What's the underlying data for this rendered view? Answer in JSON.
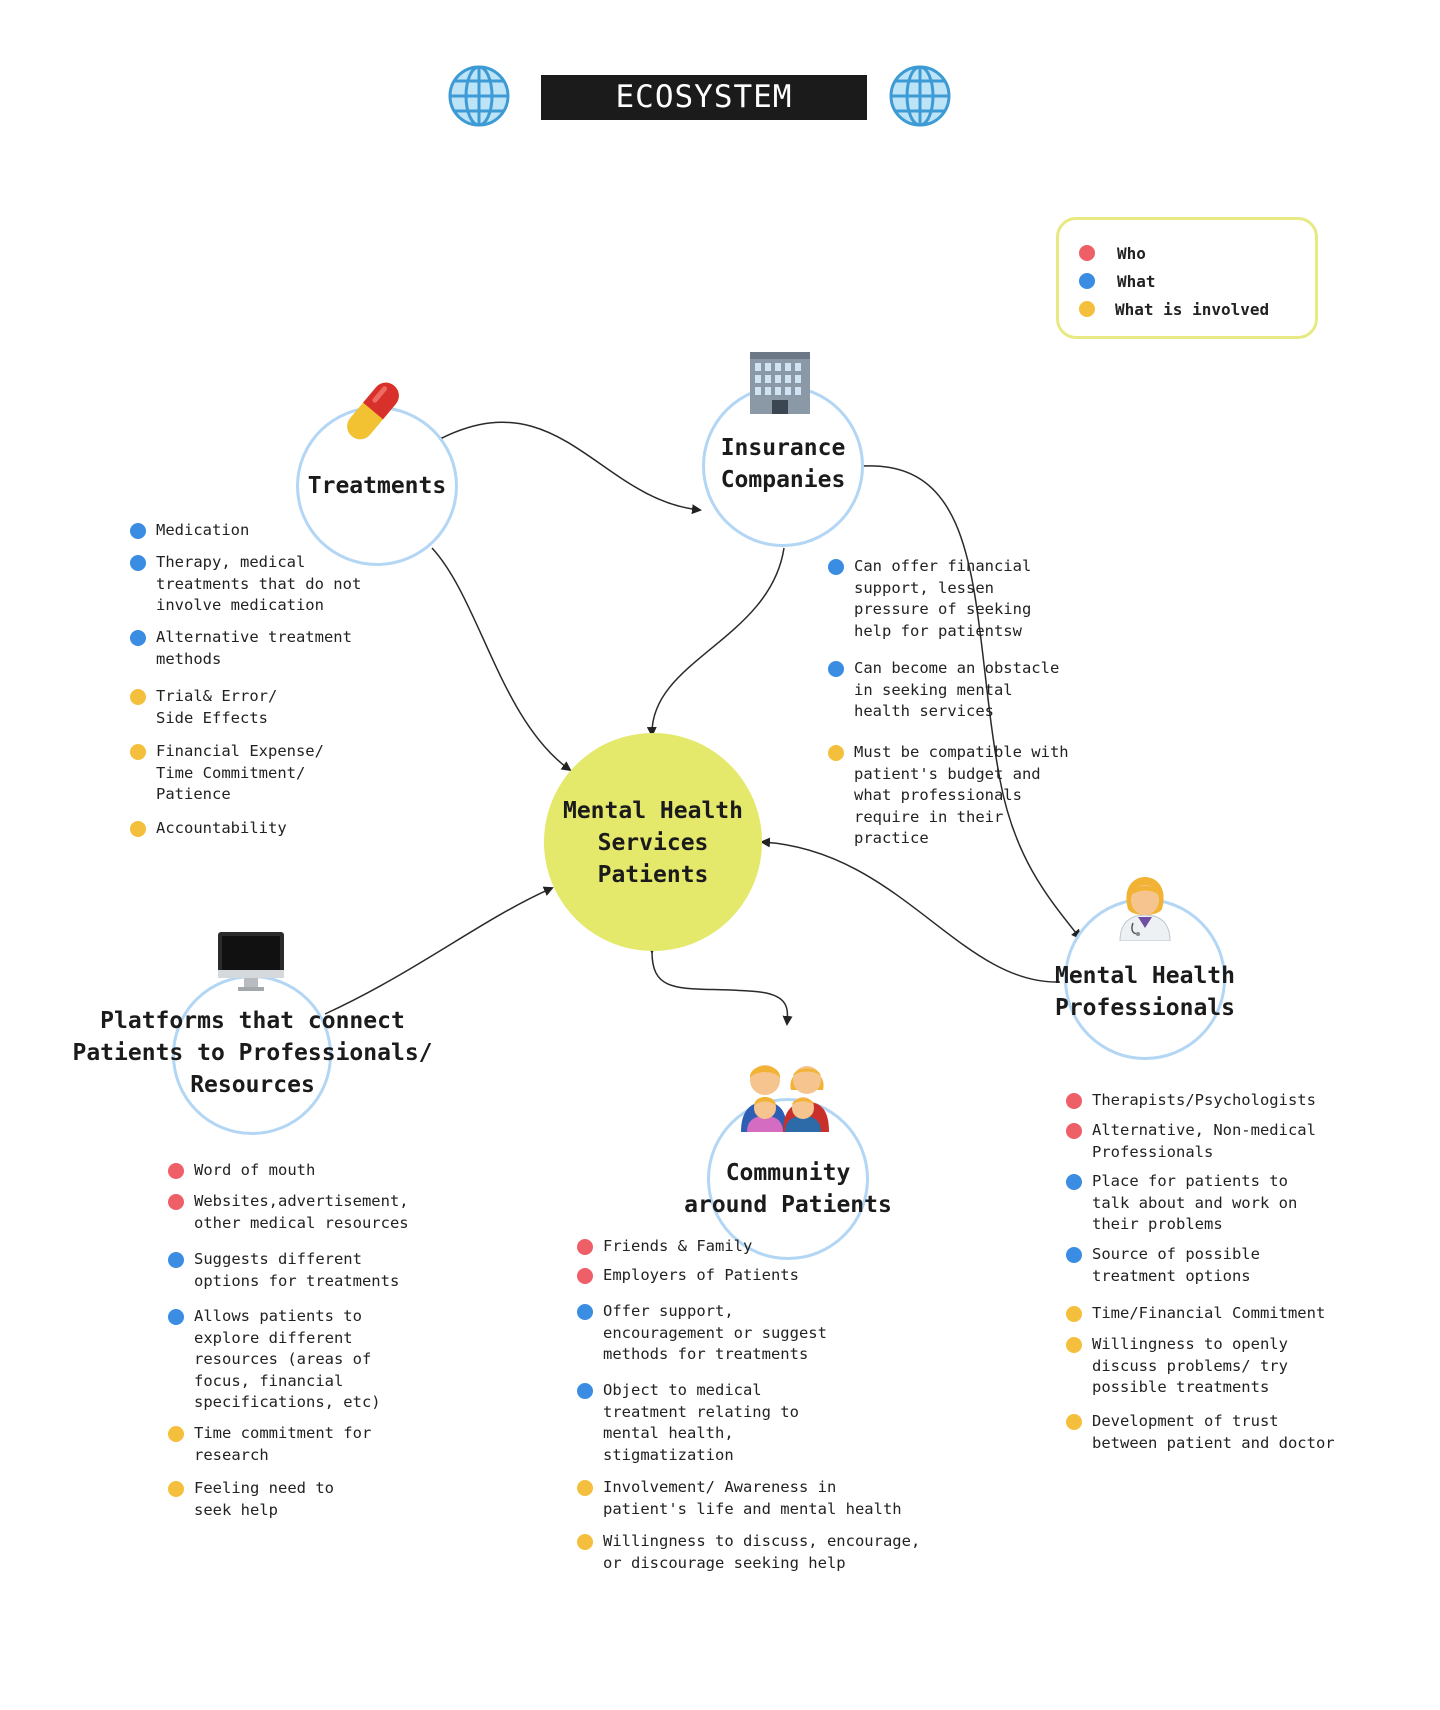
{
  "title": "ECOSYSTEM MAPPING",
  "colors": {
    "who": "#ee5f67",
    "what": "#3a8de2",
    "involved": "#f4bf3c",
    "node_border": "#b3d6f5",
    "center_fill": "#e4e86b",
    "legend_border": "#e7ea82"
  },
  "icons": {
    "title_left": "globe-icon",
    "title_right": "globe-icon",
    "treatments": "pill-icon",
    "insurance": "office-building-icon",
    "professionals": "health-worker-icon",
    "platforms": "desktop-computer-icon",
    "community": "family-icon"
  },
  "legend": [
    {
      "label": "Who",
      "kind": "who"
    },
    {
      "label": "What",
      "kind": "what"
    },
    {
      "label": "What is involved",
      "kind": "involved"
    }
  ],
  "nodes": {
    "center": "Mental Health\nServices\nPatients",
    "treatments": "Treatments",
    "insurance": "Insurance\nCompanies",
    "professionals": "Mental Health\nProfessionals",
    "platforms": "Platforms that connect\nPatients to Professionals/\nResources",
    "community": "Community\naround Patients"
  },
  "treatments_items": [
    {
      "kind": "what",
      "text": "Medication"
    },
    {
      "kind": "what",
      "text": "Therapy, medical\ntreatments that do not\ninvolve medication"
    },
    {
      "kind": "what",
      "text": "Alternative treatment\nmethods"
    },
    {
      "kind": "involved",
      "text": "Trial& Error/\nSide Effects"
    },
    {
      "kind": "involved",
      "text": "Financial Expense/\nTime Commitment/\nPatience"
    },
    {
      "kind": "involved",
      "text": "Accountability"
    }
  ],
  "insurance_items": [
    {
      "kind": "what",
      "text": "Can offer financial\nsupport, lessen\npressure of seeking\nhelp for patientsw"
    },
    {
      "kind": "what",
      "text": "Can become an obstacle\nin seeking mental\nhealth services"
    },
    {
      "kind": "involved",
      "text": "Must be compatible with\npatient's budget and\nwhat professionals\nrequire in their\npractice"
    }
  ],
  "platforms_items": [
    {
      "kind": "who",
      "text": "Word of mouth"
    },
    {
      "kind": "who",
      "text": "Websites,advertisement,\nother medical resources"
    },
    {
      "kind": "what",
      "text": "Suggests different\noptions for treatments"
    },
    {
      "kind": "what",
      "text": "Allows patients to\nexplore different\nresources (areas of\nfocus, financial\nspecifications, etc)"
    },
    {
      "kind": "involved",
      "text": "Time commitment for\nresearch"
    },
    {
      "kind": "involved",
      "text": "Feeling need to\nseek help"
    }
  ],
  "community_items": [
    {
      "kind": "who",
      "text": "Friends & Family"
    },
    {
      "kind": "who",
      "text": "Employers of Patients"
    },
    {
      "kind": "what",
      "text": "Offer support,\nencouragement or suggest\nmethods for treatments"
    },
    {
      "kind": "what",
      "text": "Object to medical\ntreatment relating to\nmental health,\nstigmatization"
    },
    {
      "kind": "involved",
      "text": "Involvement/ Awareness in\npatient's life and mental health"
    },
    {
      "kind": "involved",
      "text": "Willingness to discuss, encourage,\nor discourage seeking help"
    }
  ],
  "professionals_items": [
    {
      "kind": "who",
      "text": "Therapists/Psychologists"
    },
    {
      "kind": "who",
      "text": "Alternative, Non-medical\nProfessionals"
    },
    {
      "kind": "what",
      "text": "Place for patients to\ntalk about and work on\ntheir problems"
    },
    {
      "kind": "what",
      "text": "Source of possible\ntreatment options"
    },
    {
      "kind": "involved",
      "text": "Time/Financial Commitment"
    },
    {
      "kind": "involved",
      "text": "Willingness to openly\ndiscuss problems/ try\npossible treatments"
    },
    {
      "kind": "involved",
      "text": "Development of trust\nbetween patient and doctor"
    }
  ]
}
